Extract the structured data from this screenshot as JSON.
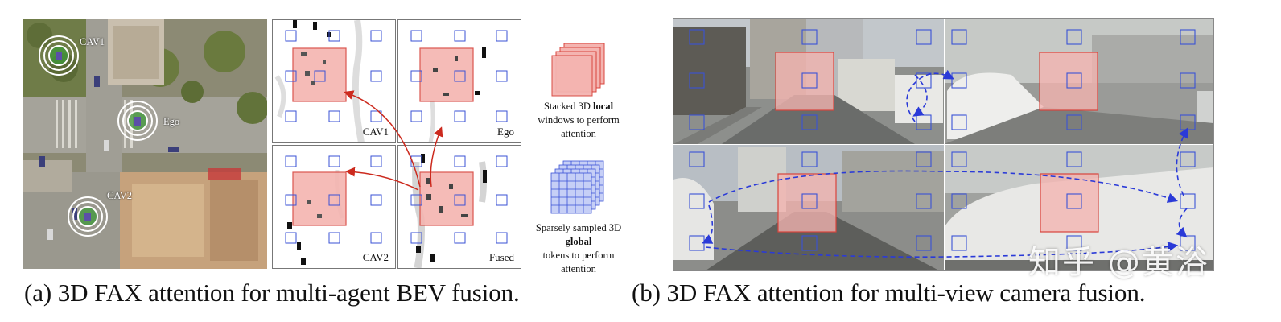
{
  "figure": {
    "bev": {
      "agent_labels": [
        "CAV1",
        "Ego",
        "CAV2"
      ],
      "panels": [
        {
          "label": "CAV1"
        },
        {
          "label": "Ego"
        },
        {
          "label": "CAV2"
        },
        {
          "label": "Fused"
        }
      ]
    },
    "legend": {
      "local": {
        "pre": "Stacked 3D ",
        "bold": "local",
        "post": "windows to perform attention"
      },
      "global": {
        "pre": "Sparsely sampled 3D ",
        "bold": "global",
        "post": "tokens to perform attention"
      }
    },
    "captions": {
      "a": "(a) 3D FAX attention for multi-agent BEV fusion.",
      "b": "(b) 3D FAX attention for multi-view camera fusion."
    },
    "watermark": "知乎 @黄浴"
  },
  "colors": {
    "window_fill": "#f4b4b0",
    "window_stroke": "#d8443c",
    "token_stroke": "#3a52d6",
    "arrow_red": "#cc2a1e",
    "arrow_blue": "#2a3ad8"
  }
}
